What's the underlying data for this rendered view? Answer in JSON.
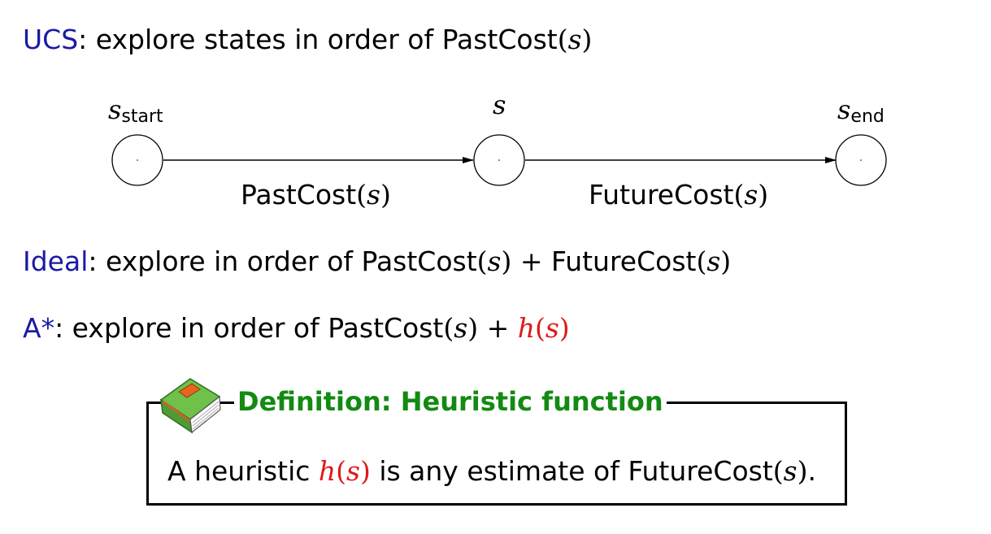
{
  "ucs": {
    "keyword": "UCS",
    "text": ": explore states in order of ",
    "fn": "PastCost",
    "arg": "s"
  },
  "diagram": {
    "nodes": [
      {
        "label": "s",
        "subscript": "start"
      },
      {
        "label": "s",
        "subscript": ""
      },
      {
        "label": "s",
        "subscript": "end"
      }
    ],
    "edges": [
      {
        "fn": "PastCost",
        "arg": "s"
      },
      {
        "fn": "FutureCost",
        "arg": "s"
      }
    ]
  },
  "ideal": {
    "keyword": "Ideal",
    "text": ": explore in order of ",
    "fn1": "PastCost",
    "plus": "+",
    "fn2": "FutureCost",
    "arg": "s"
  },
  "astar": {
    "keyword": "A*",
    "text": ": explore in order of ",
    "fn": "PastCost",
    "plus": "+",
    "h": "h",
    "arg": "s"
  },
  "definition": {
    "title": "Definition: Heuristic function",
    "body_prefix": "A heuristic ",
    "h": "h",
    "arg": "s",
    "body_mid": " is any estimate of ",
    "fn": "FutureCost",
    "body_end": "."
  },
  "colors": {
    "keyword": "#1a1aa6",
    "heuristic": "#e01818",
    "definition_title": "#138a13"
  },
  "icons": {
    "definition": "book-icon"
  }
}
